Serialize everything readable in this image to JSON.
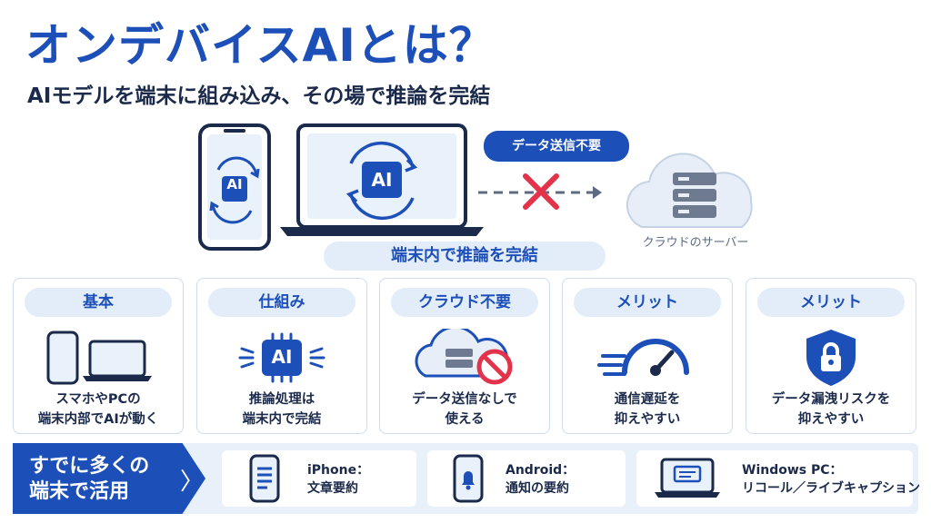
{
  "header": {
    "title": "オンデバイスAIとは？",
    "subtitle": "AIモデルを端末に組み込み、その場で推論を完結"
  },
  "hero": {
    "chip_label": "AI",
    "no_transfer_label": "データ送信不要",
    "cloud_label": "クラウドのサーバー",
    "complete_label": "端末内で推論を完結"
  },
  "cards": [
    {
      "head": "基本",
      "line1": "スマホやPCの",
      "line2": "端末内部でAIが動く",
      "icon": "devices-icon"
    },
    {
      "head": "仕組み",
      "line1": "推論処理は",
      "line2": "端末内で完結",
      "icon": "ai-chip-icon",
      "chip": "AI"
    },
    {
      "head": "クラウド不要",
      "line1": "データ送信なしで",
      "line2": "使える",
      "icon": "no-cloud-icon"
    },
    {
      "head": "メリット",
      "line1": "通信遅延を",
      "line2": "抑えやすい",
      "icon": "speedometer-icon"
    },
    {
      "head": "メリット",
      "line1": "データ漏洩リスクを",
      "line2": "抑えやすい",
      "icon": "shield-lock-icon"
    }
  ],
  "usage": {
    "lead_line1": "すでに多くの",
    "lead_line2": "端末で活用",
    "chevron": "〉",
    "items": [
      {
        "line1": "iPhone：",
        "line2": "文章要約",
        "icon": "phone-document-icon"
      },
      {
        "line1": "Android：",
        "line2": "通知の要約",
        "icon": "phone-bell-icon"
      },
      {
        "line1": "Windows PC：",
        "line2": "リコール／ライブキャプション",
        "icon": "laptop-caption-icon"
      }
    ]
  },
  "colors": {
    "primary": "#1d4fb8",
    "light": "#e3edf9",
    "accent_red": "#e2334b",
    "gray": "#5d6b82"
  }
}
